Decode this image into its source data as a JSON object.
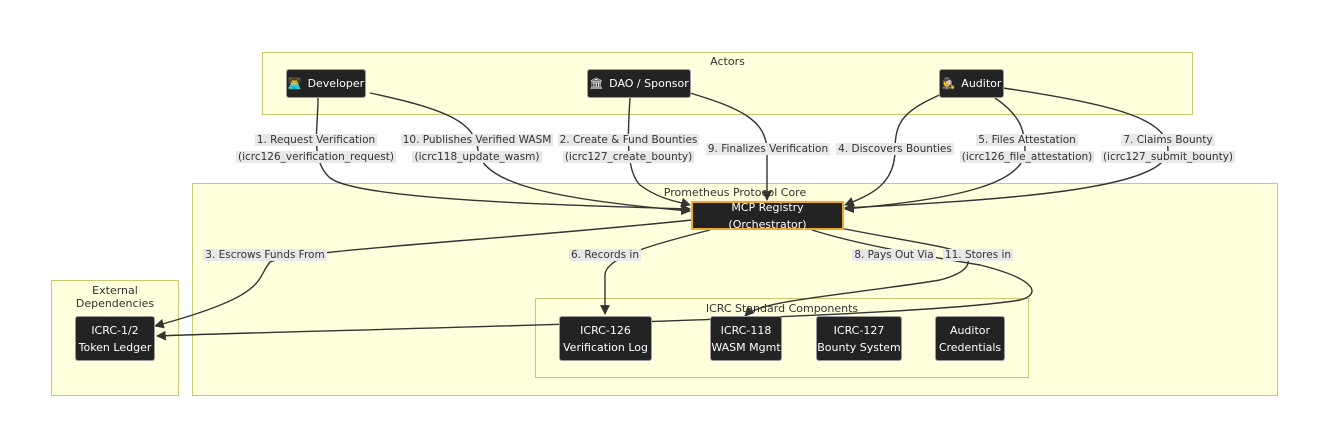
{
  "clusters": {
    "actors": "Actors",
    "core": "Prometheus Protocol Core",
    "external": "External Dependencies",
    "icrc": "ICRC Standard Components"
  },
  "nodes": {
    "developer": {
      "icon": "👨‍💻",
      "label": "Developer"
    },
    "dao": {
      "icon": "🏛",
      "label": "DAO / Sponsor"
    },
    "auditor": {
      "icon": "🕵",
      "label": "Auditor"
    },
    "registry": {
      "label": "MCP Registry (Orchestrator)"
    },
    "ledger": {
      "line1": "ICRC-1/2",
      "line2": "Token Ledger"
    },
    "icrc126": {
      "line1": "ICRC-126",
      "line2": "Verification Log"
    },
    "icrc118": {
      "line1": "ICRC-118",
      "line2": "WASM Mgmt"
    },
    "icrc127": {
      "line1": "ICRC-127",
      "line2": "Bounty System"
    },
    "credentials": {
      "line1": "Auditor",
      "line2": "Credentials"
    }
  },
  "edges": {
    "e1": {
      "line1": "1. Request Verification",
      "line2": "(icrc126_verification_request)"
    },
    "e10": {
      "line1": "10. Publishes Verified WASM",
      "line2": "(icrc118_update_wasm)"
    },
    "e2": {
      "line1": "2. Create & Fund Bounties",
      "line2": "(icrc127_create_bounty)"
    },
    "e9": {
      "line1": "9. Finalizes Verification"
    },
    "e4": {
      "line1": "4. Discovers Bounties"
    },
    "e5": {
      "line1": "5. Files Attestation",
      "line2": "(icrc126_file_attestation)"
    },
    "e7": {
      "line1": "7. Claims Bounty",
      "line2": "(icrc127_submit_bounty)"
    },
    "e3": {
      "line1": "3. Escrows Funds From"
    },
    "e6": {
      "line1": "6. Records in"
    },
    "e8": {
      "line1": "8. Pays Out Via"
    },
    "e11": {
      "line1": "11. Stores in"
    }
  }
}
